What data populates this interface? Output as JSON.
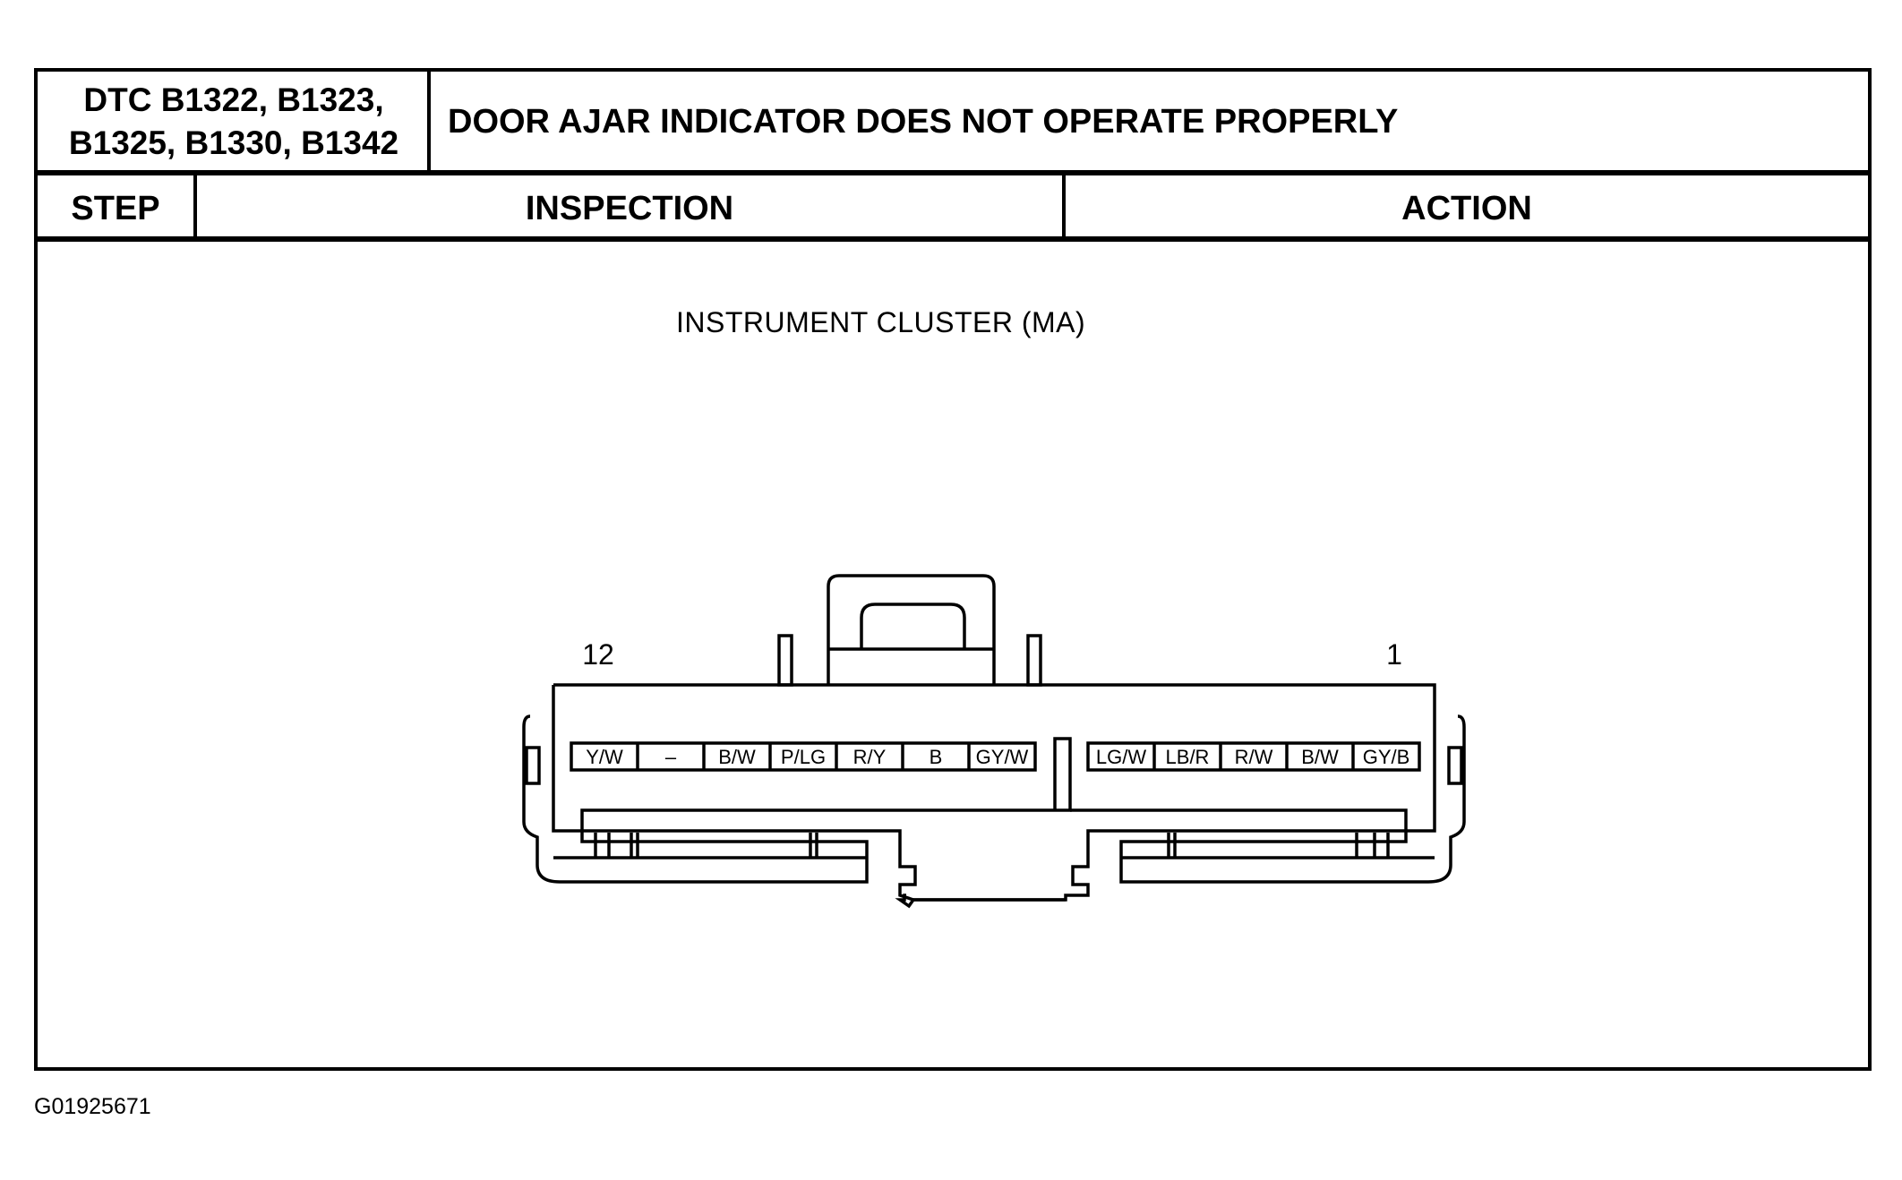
{
  "header": {
    "dtc_line1": "DTC B1322, B1323,",
    "dtc_line2": "B1325, B1330, B1342",
    "title": "DOOR AJAR INDICATOR DOES NOT OPERATE PROPERLY"
  },
  "columns": {
    "step": "STEP",
    "inspection": "INSPECTION",
    "action": "ACTION"
  },
  "diagram": {
    "caption": "INSTRUMENT CLUSTER (MA)",
    "pin_left_number": "12",
    "pin_right_number": "1",
    "left_pins": [
      "Y/W",
      "–",
      "B/W",
      "P/LG",
      "R/Y",
      "B",
      "GY/W"
    ],
    "right_pins": [
      "LG/W",
      "LB/R",
      "R/W",
      "B/W",
      "GY/B"
    ]
  },
  "figure_code": "G01925671"
}
